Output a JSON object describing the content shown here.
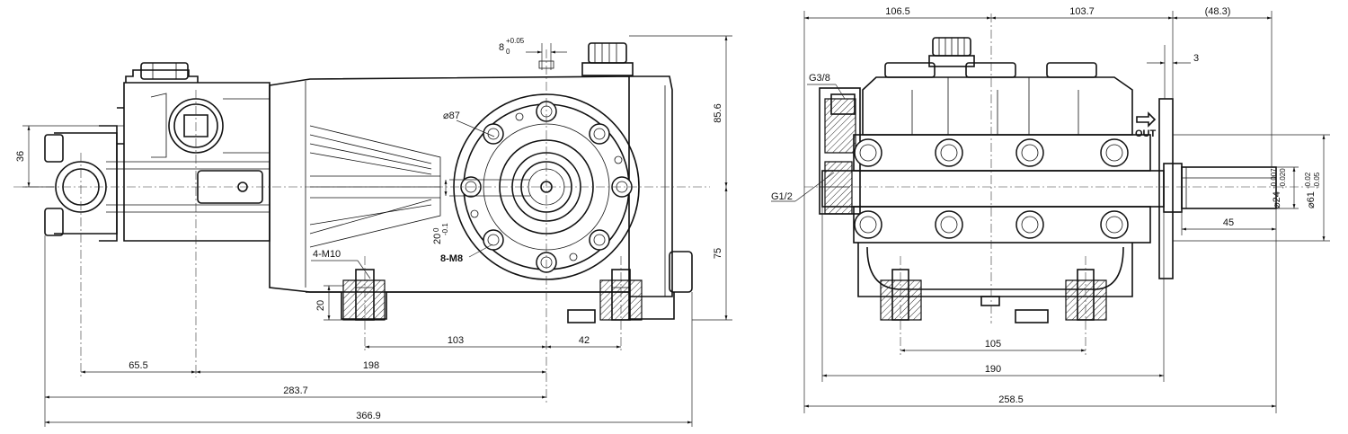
{
  "side_view": {
    "dims": {
      "d36": "36",
      "d85_6": "85.6",
      "d75": "75",
      "d20": "20",
      "d103": "103",
      "d42": "42",
      "d65_5": "65.5",
      "d198": "198",
      "d283_7": "283.7",
      "d366_9": "366.9",
      "tol_20": "20",
      "tol_20_sup": "0",
      "tol_20_sub": "-0.1",
      "key_8": "8",
      "key_8_sup": "+0.05",
      "key_8_sub": "0"
    },
    "callouts": {
      "phi87": "⌀87",
      "m8": "8-M8",
      "m10": "4-M10"
    }
  },
  "front_view": {
    "dims": {
      "d106_5": "106.5",
      "d103_7": "103.7",
      "d48_3": "(48.3)",
      "d3": "3",
      "d45": "45",
      "d105": "105",
      "d190": "190",
      "d258_5": "258.5",
      "phi24": "⌀24",
      "phi24_sup": "-0.007",
      "phi24_sub": "-0.020",
      "phi61": "⌀61",
      "phi61_sup": "-0.02",
      "phi61_sub": "-0.05"
    },
    "callouts": {
      "g38": "G3/8",
      "g12": "G1/2",
      "out": "OUT"
    }
  }
}
